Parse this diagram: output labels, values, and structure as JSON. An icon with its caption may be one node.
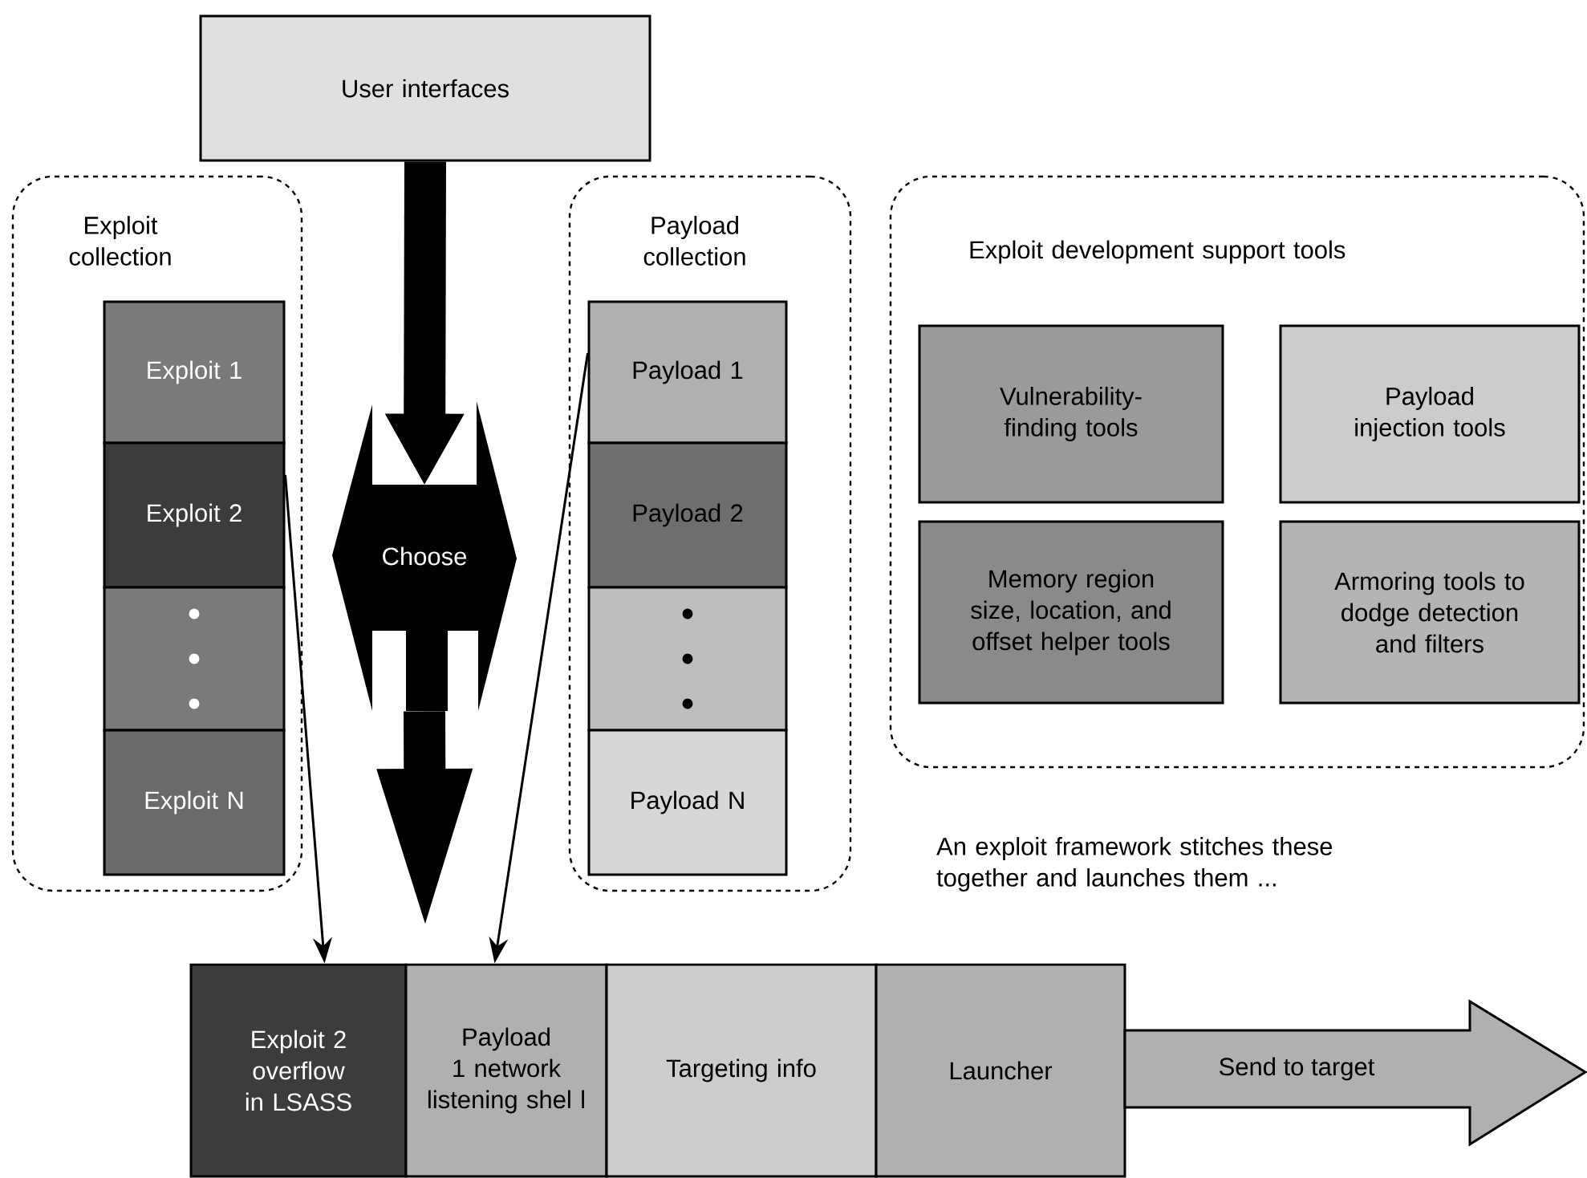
{
  "diagram": {
    "nodes": [
      {
        "text": [
          "User interfaces"
        ]
      },
      {
        "text": [
          "Exploit collection"
        ]
      },
      {
        "text": [
          "Exploit 1"
        ],
        "in": 1
      },
      {
        "text": [
          "Exploit 2"
        ],
        "in": 1
      },
      {
        "text": [],
        "shape": "box",
        "in": 1
      },
      {
        "text": [
          "Exploit N"
        ],
        "in": 1
      },
      {
        "text": [
          "Choose"
        ]
      },
      {
        "text": [
          "Payload collection"
        ]
      },
      {
        "text": [
          "Payload 1"
        ],
        "in": 7
      },
      {
        "text": [
          "Payload 2"
        ],
        "in": 7
      },
      {
        "text": [],
        "shape": "box",
        "in": 7
      },
      {
        "text": [
          "Payload N"
        ],
        "in": 7
      },
      {
        "text": [
          "Exploit development support tools"
        ]
      },
      {
        "text": [
          "Vulnerability-finding tools"
        ],
        "in": 12
      },
      {
        "text": [
          "Payload injection tools"
        ],
        "in": 12
      },
      {
        "text": [
          "Memory region size, location, and offset helper tools"
        ],
        "in": 12
      },
      {
        "text": [
          "Armoring tools to dodge detection and filters"
        ],
        "in": 12
      },
      {
        "text": [
          "Exploit 2 overflow in LSASS"
        ]
      },
      {
        "text": [
          "Payload 1 network listening shel l"
        ]
      },
      {
        "text": [
          "Targeting info"
        ]
      },
      {
        "text": [
          "Launcher"
        ]
      },
      {
        "text": [
          "Send to target"
        ]
      }
    ],
    "edges": [
      {
        "from": 0,
        "to": 6,
        "arrow": "to",
        "style": "thick"
      },
      {
        "from": 6,
        "to": null,
        "arrow": "to",
        "style": "thick"
      },
      {
        "from": 3,
        "to": 17,
        "arrow": "to"
      },
      {
        "from": 8,
        "to": 18,
        "arrow": "to"
      }
    ],
    "labels": [
      "An exploit framework stitches these together and launches them ..."
    ]
  }
}
